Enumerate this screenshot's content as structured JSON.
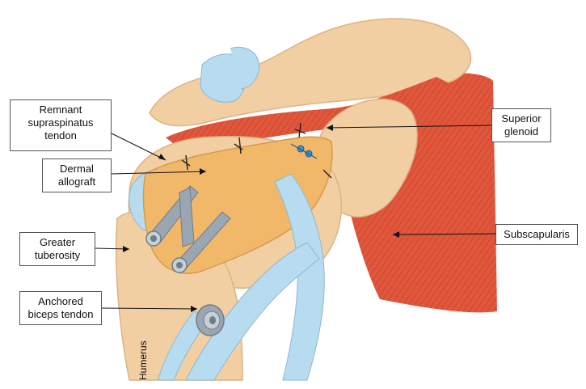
{
  "labels": {
    "remnant_supraspinatus": "Remnant\nsupraspinatus\ntendon",
    "dermal_allograft": "Dermal\nallograft",
    "greater_tuberosity": "Greater\ntuberosity",
    "anchored_biceps": "Anchored\nbiceps tendon",
    "superior_glenoid": "Superior\nglenoid",
    "subscapularis": "Subscapularis",
    "humerus": "Humerus"
  },
  "colors": {
    "bone": "#f1cfa2",
    "bone_shade": "#dcb383",
    "muscle": "#e0573c",
    "muscle_dark": "#c2402c",
    "tendon_blue": "#b7dcef",
    "graft": "#f2b86a",
    "anchor_gray": "#9aa7b2"
  }
}
